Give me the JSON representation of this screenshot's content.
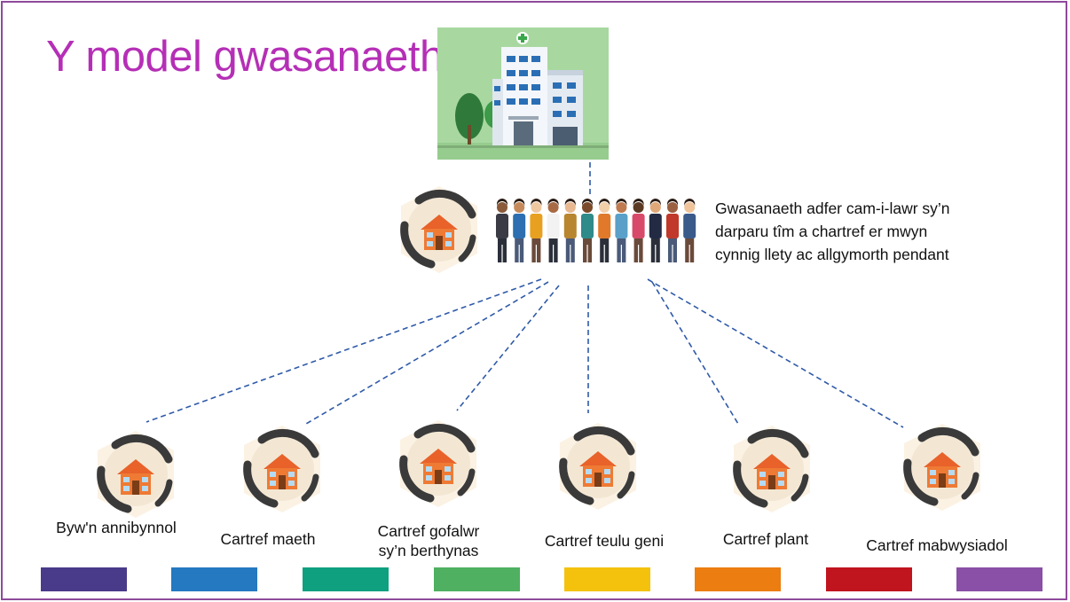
{
  "slide": {
    "title": "Y model gwasanaeth",
    "center_description": "Gwasanaeth adfer cam-i-lawr sy’n\ndarparu tîm a chartref er mwyn\ncynnig llety ac allgymorth pendant"
  },
  "homes": [
    {
      "label": "Byw'n annibynnol"
    },
    {
      "label": "Cartref maeth"
    },
    {
      "label": "Cartref gofalwr\nsy’n berthynas"
    },
    {
      "label": "Cartref teulu geni"
    },
    {
      "label": "Cartref plant"
    },
    {
      "label": "Cartref mabwysiadol"
    }
  ],
  "colors": {
    "title": "#b52fb6",
    "frame": "#8e4a9a",
    "connector": "#2f5aa8",
    "bars": [
      "#4a3a8a",
      "#2479c0",
      "#0fa080",
      "#4eb060",
      "#f4c20d",
      "#ec7d10",
      "#c0141e",
      "#8a4fa6"
    ]
  }
}
